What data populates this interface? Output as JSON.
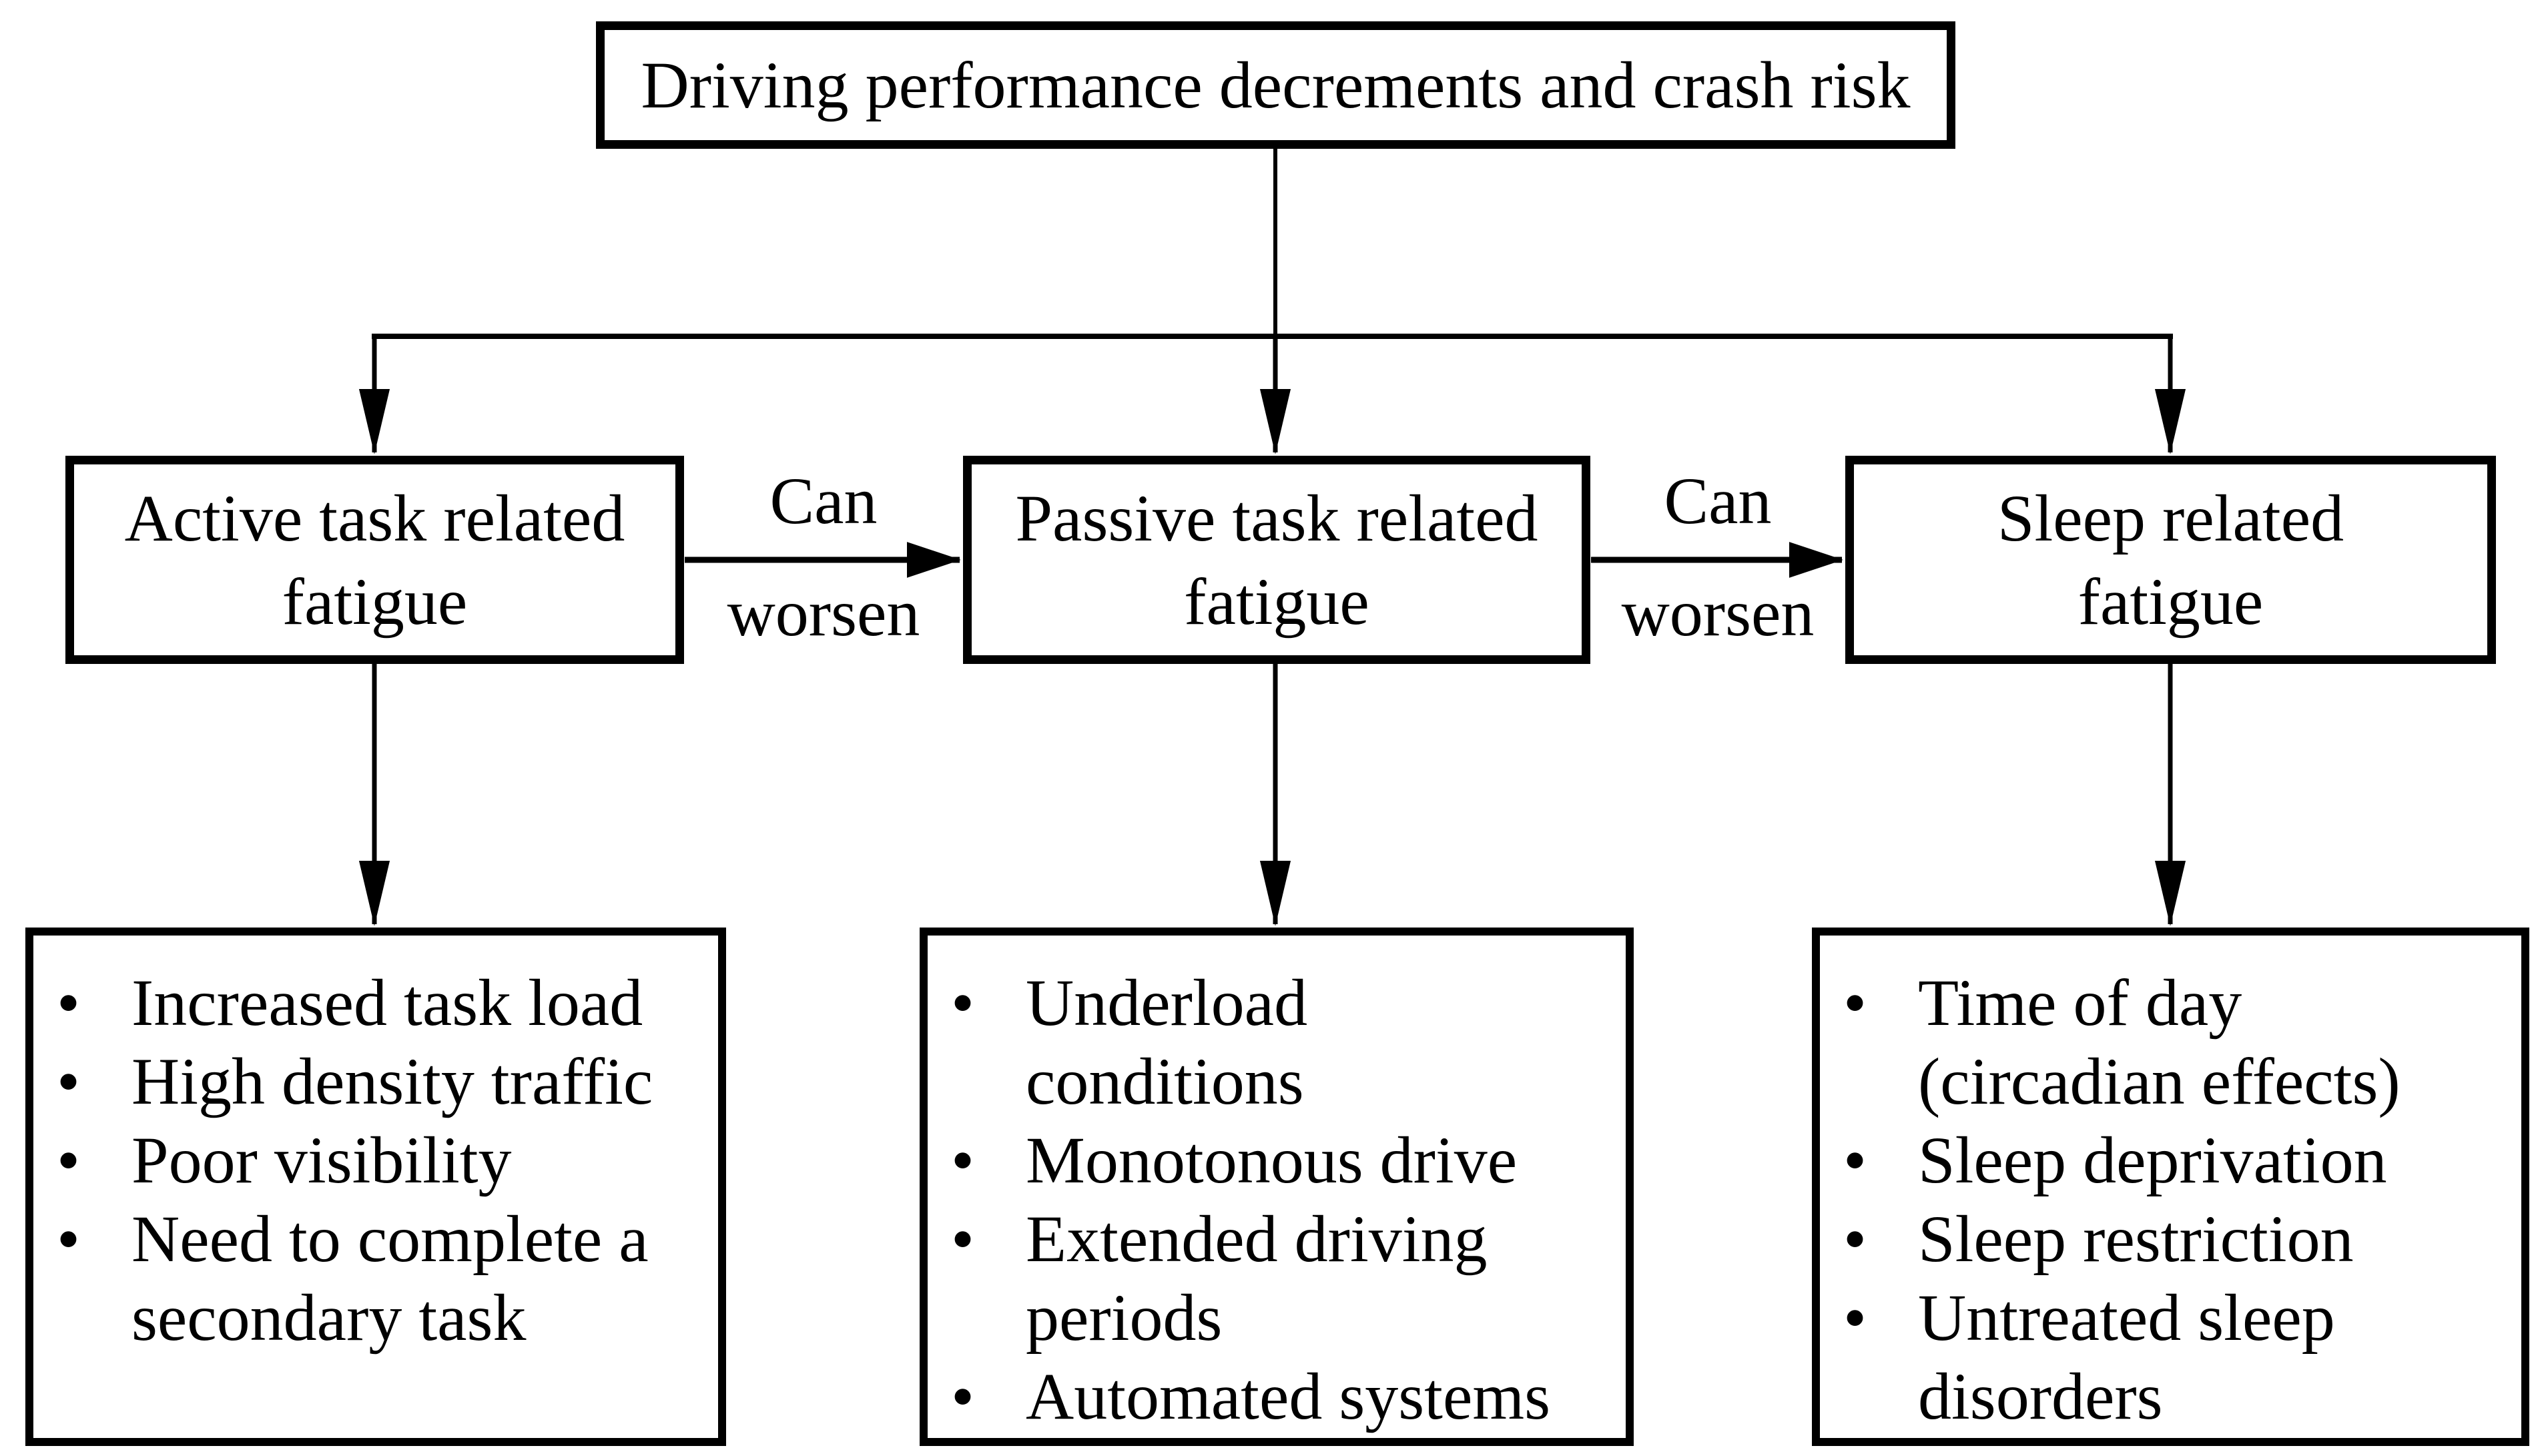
{
  "figure": {
    "title_box": "Driving performance decrements and crash risk",
    "bullet": "•",
    "colors": {
      "ink": "#000000",
      "paper": "#ffffff"
    },
    "connectors": [
      {
        "top": "Can",
        "bottom": "worsen"
      },
      {
        "top": "Can",
        "bottom": "worsen"
      }
    ],
    "columns": [
      {
        "box": "Active task related\nfatigue",
        "factors": [
          "Increased task load",
          "High density traffic",
          "Poor visibility",
          "Need to complete a\nsecondary task"
        ]
      },
      {
        "box": "Passive task related\nfatigue",
        "factors": [
          "Underload\nconditions",
          "Monotonous drive",
          "Extended driving\nperiods",
          "Automated systems"
        ]
      },
      {
        "box": "Sleep related\nfatigue",
        "factors": [
          "Time of day\n(circadian effects)",
          "Sleep deprivation",
          "Sleep restriction",
          "Untreated sleep\ndisorders"
        ]
      }
    ]
  }
}
